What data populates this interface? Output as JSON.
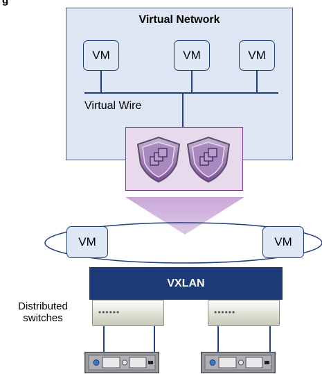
{
  "corner_label": "g",
  "virtual_network": {
    "title": "Virtual Network",
    "vms": [
      "VM",
      "VM",
      "VM"
    ],
    "wire_label": "Virtual Wire"
  },
  "security": {
    "icons": [
      "shield-icon",
      "shield-icon"
    ]
  },
  "physical": {
    "vms": [
      "VM",
      "VM"
    ],
    "vxlan_label": "VXLAN",
    "switches_label_line1": "Distributed",
    "switches_label_line2": "switches",
    "switch_icons": [
      "switch-icon",
      "switch-icon"
    ],
    "server_icons": [
      "server-icon",
      "server-icon"
    ]
  },
  "colors": {
    "network_bg": "#dfe6f3",
    "navy": "#1c3a78",
    "purple": "#7b3a8c",
    "security_bg": "#e8d9ec"
  }
}
